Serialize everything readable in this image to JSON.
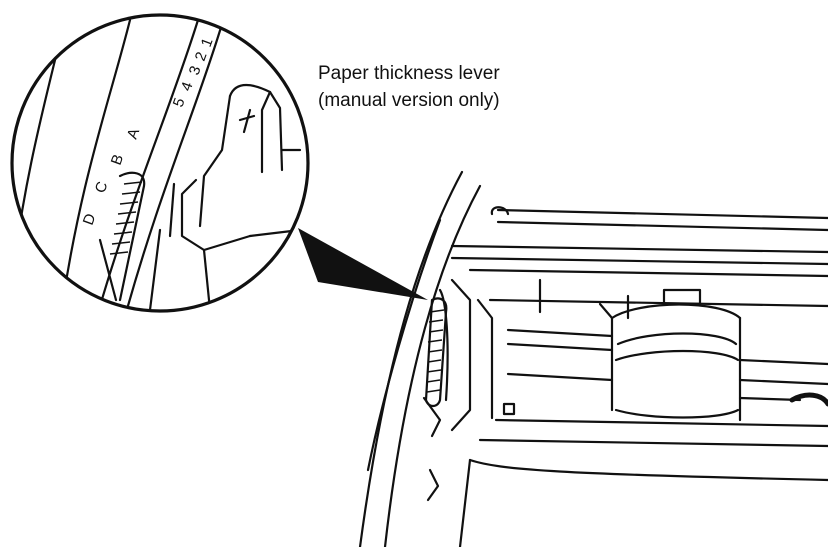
{
  "callout": {
    "line1": "Paper thickness lever",
    "line2": "(manual version only)"
  },
  "scale": {
    "numbers": [
      "1",
      "2",
      "3",
      "4",
      "5"
    ],
    "letters": [
      "A",
      "B",
      "C",
      "D"
    ]
  },
  "colors": {
    "ink": "#111111",
    "paper": "#ffffff"
  }
}
